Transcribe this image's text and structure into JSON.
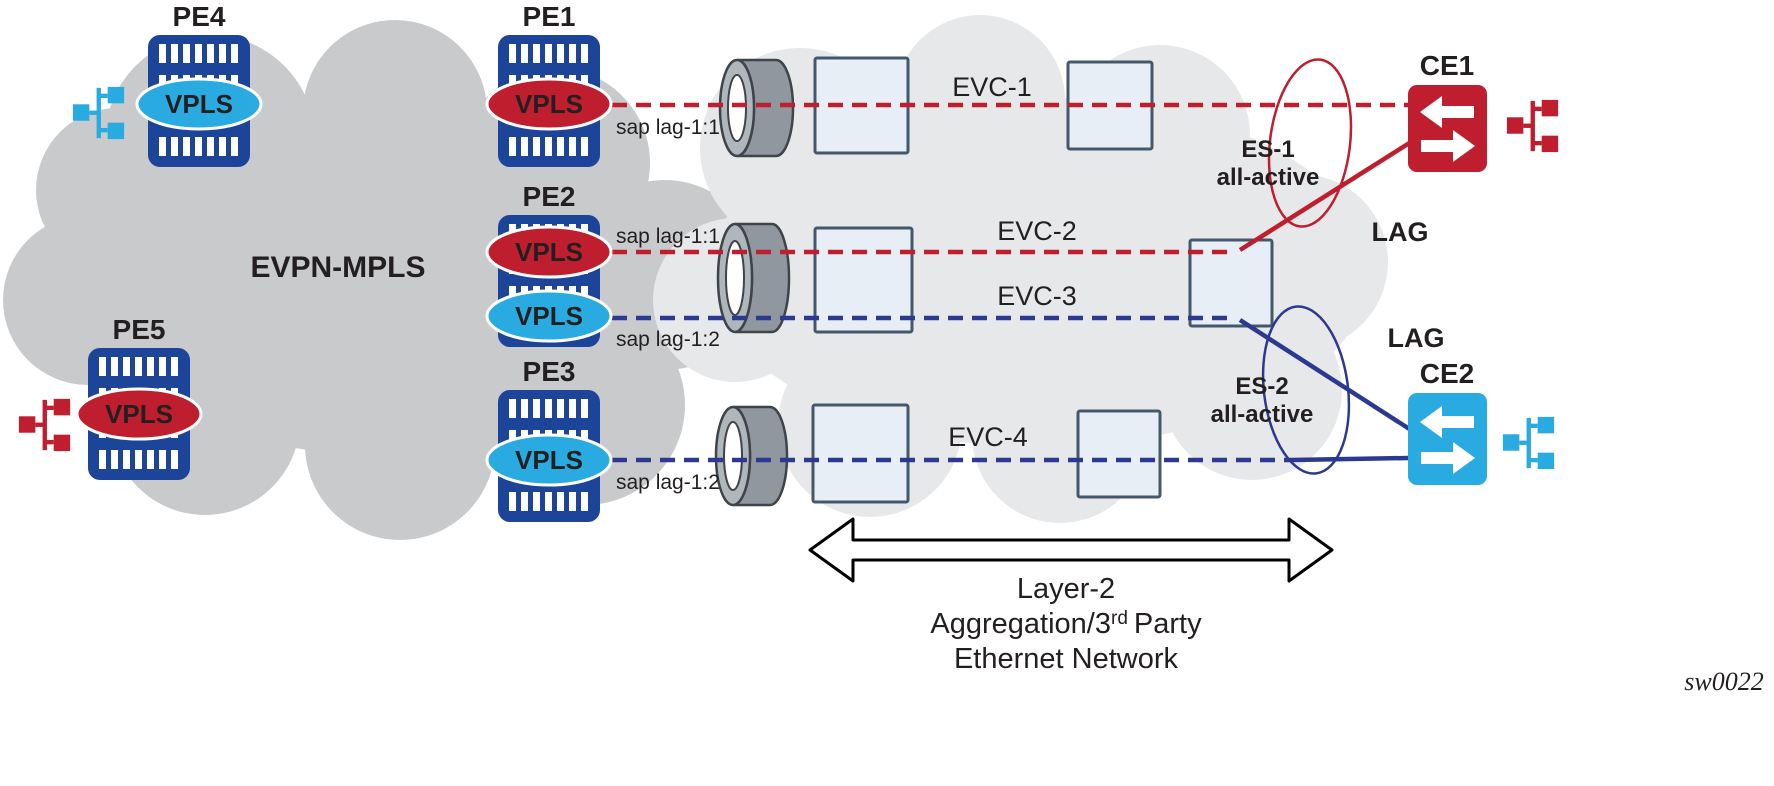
{
  "figure_label": "sw0022",
  "colors": {
    "red": "#be1e2d",
    "dark_blue": "#2b3990",
    "light_blue": "#29abe2",
    "router_blue": "#1c4498",
    "cloud_left_gray": "#c8cacc",
    "cloud_right_gray": "#e7e8e9",
    "text": "#231f20"
  },
  "evpn_cloud": {
    "label": "EVPN-MPLS"
  },
  "aggregation_cloud": {
    "arrow_caption_line1": "Layer-2",
    "arrow_caption_line2_prefix": "Aggregation/3",
    "arrow_caption_line2_superscript": "rd",
    "arrow_caption_line2_suffix": "Party",
    "arrow_caption_line3": "Ethernet Network"
  },
  "pe_routers": {
    "pe1": {
      "name": "PE1",
      "vpls": {
        "label": "VPLS",
        "sap": "sap lag-1:1"
      }
    },
    "pe2": {
      "name": "PE2",
      "vpls_red": {
        "label": "VPLS",
        "sap": "sap lag-1:1"
      },
      "vpls_blue": {
        "label": "VPLS",
        "sap": "sap lag-1:2"
      }
    },
    "pe3": {
      "name": "PE3",
      "vpls": {
        "label": "VPLS",
        "sap": "sap lag-1:2"
      }
    },
    "pe4": {
      "name": "PE4",
      "vpls": {
        "label": "VPLS"
      }
    },
    "pe5": {
      "name": "PE5",
      "vpls": {
        "label": "VPLS"
      }
    }
  },
  "ce_devices": {
    "ce1": {
      "name": "CE1"
    },
    "ce2": {
      "name": "CE2"
    }
  },
  "evcs": {
    "evc1": {
      "label": "EVC-1"
    },
    "evc2": {
      "label": "EVC-2"
    },
    "evc3": {
      "label": "EVC-3"
    },
    "evc4": {
      "label": "EVC-4"
    }
  },
  "ethernet_segments": {
    "es1": {
      "name": "ES-1",
      "mode": "all-active",
      "lag_label": "LAG"
    },
    "es2": {
      "name": "ES-2",
      "mode": "all-active",
      "lag_label": "LAG"
    }
  }
}
